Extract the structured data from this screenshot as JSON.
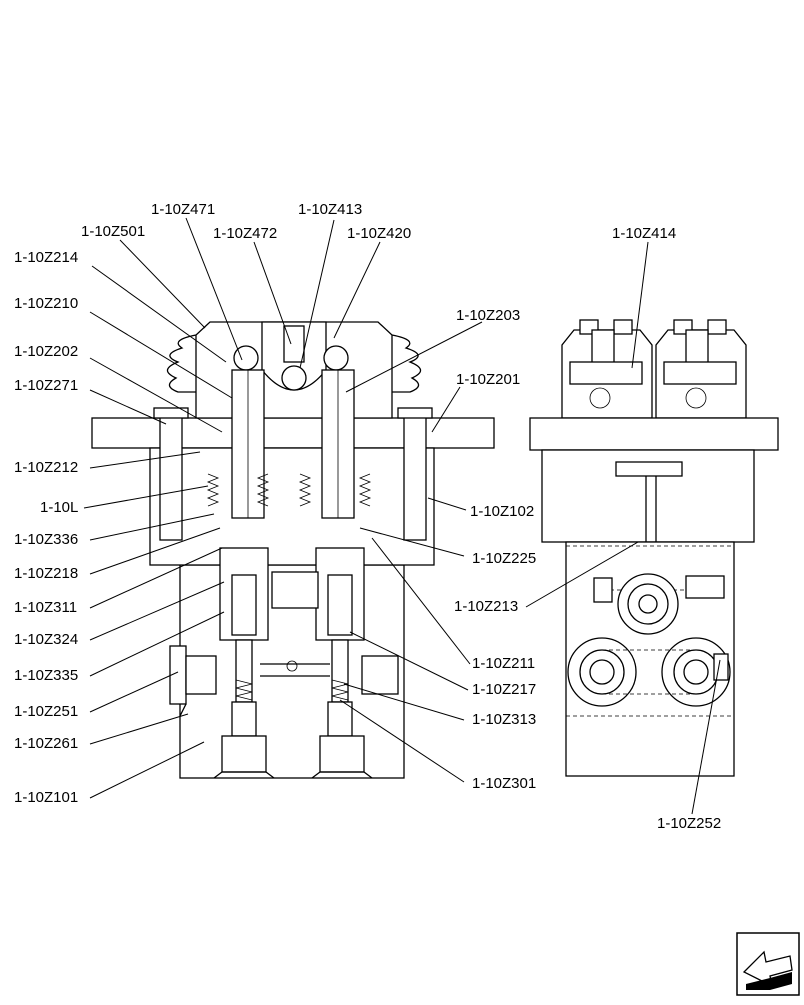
{
  "labels": {
    "z471": "1-10Z471",
    "z413": "1-10Z413",
    "z501": "1-10Z501",
    "z472": "1-10Z472",
    "z420": "1-10Z420",
    "z414": "1-10Z414",
    "z214": "1-10Z214",
    "z210": "1-10Z210",
    "z203": "1-10Z203",
    "z202": "1-10Z202",
    "z201": "1-10Z201",
    "z271": "1-10Z271",
    "z212": "1-10Z212",
    "l10": "1-10L",
    "z102": "1-10Z102",
    "z336": "1-10Z336",
    "z225": "1-10Z225",
    "z218": "1-10Z218",
    "z213": "1-10Z213",
    "z311": "1-10Z311",
    "z324": "1-10Z324",
    "z211": "1-10Z211",
    "z335": "1-10Z335",
    "z217": "1-10Z217",
    "z251": "1-10Z251",
    "z313": "1-10Z313",
    "z261": "1-10Z261",
    "z301": "1-10Z301",
    "z101": "1-10Z101",
    "z252": "1-10Z252"
  },
  "icons": {
    "nav": "page-navigation-arrow-icon"
  }
}
